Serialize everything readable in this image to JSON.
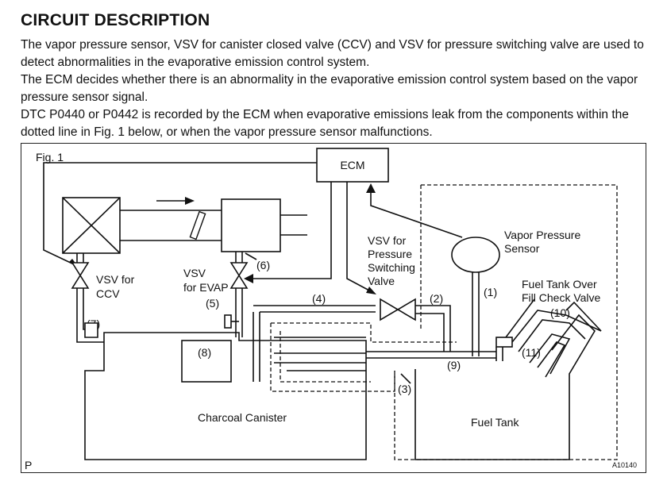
{
  "heading": "CIRCUIT DESCRIPTION",
  "paragraphs": [
    "The vapor pressure sensor, VSV for canister closed valve (CCV) and VSV for pressure switching valve are used to detect abnormalities in the evaporative emission control system.",
    "The ECM decides whether there is an abnormality in the evaporative emission control system based on the vapor pressure sensor signal.",
    "DTC P0440 or P0442 is recorded by the ECM when evaporative emissions leak from the components within the dotted line in Fig. 1 below, or when the vapor pressure sensor malfunctions."
  ],
  "figure": {
    "fig_label": "Fig. 1",
    "ecm": "ECM",
    "vsv_ccv": [
      "VSV for",
      "CCV"
    ],
    "vsv_evap": [
      "VSV",
      "for EVAP"
    ],
    "vsv_psv": [
      "VSV for",
      "Pressure",
      "Switching",
      "Valve"
    ],
    "vapor_pressure_sensor": [
      "Vapor Pressure",
      "Sensor"
    ],
    "fill_check_valve": [
      "Fuel Tank Over",
      "Fill Check Valve"
    ],
    "charcoal_canister": "Charcoal Canister",
    "fuel_tank": "Fuel Tank",
    "numbers": {
      "n1": "(1)",
      "n2": "(2)",
      "n3": "(3)",
      "n4": "(4)",
      "n5": "(5)",
      "n6": "(6)",
      "n7": "(7)",
      "n8": "(8)",
      "n9": "(9)",
      "n10": "(10)",
      "n11": "(11)"
    },
    "corner_left": "P",
    "corner_right": "A10140"
  }
}
